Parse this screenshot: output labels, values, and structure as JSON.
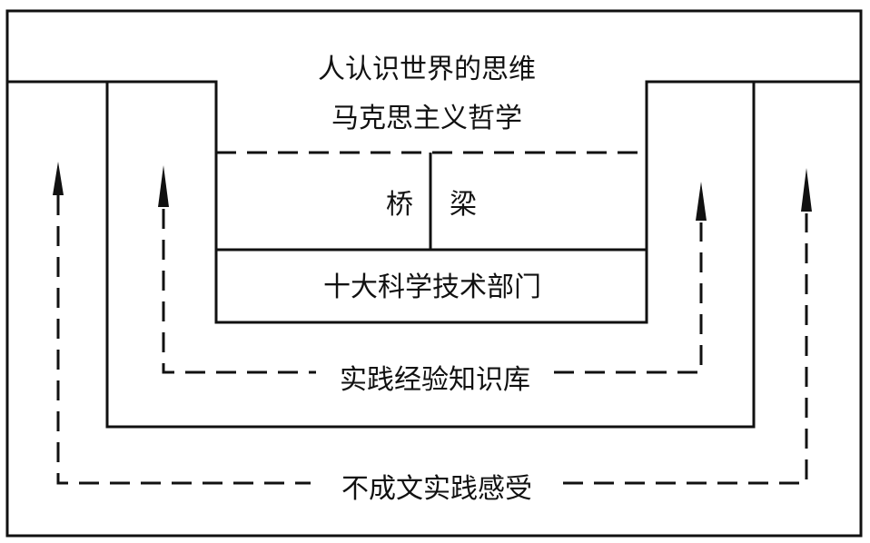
{
  "diagram": {
    "top_label_line1": "人认识世界的思维",
    "top_label_line2": "马克思主义哲学",
    "bridge_left": "桥",
    "bridge_right": "梁",
    "sciences_label": "十大科学技术部门",
    "experience_label": "实践经验知识库",
    "feelings_label": "不成文实践感受"
  },
  "colors": {
    "ink": "#111111",
    "paper": "#ffffff"
  }
}
